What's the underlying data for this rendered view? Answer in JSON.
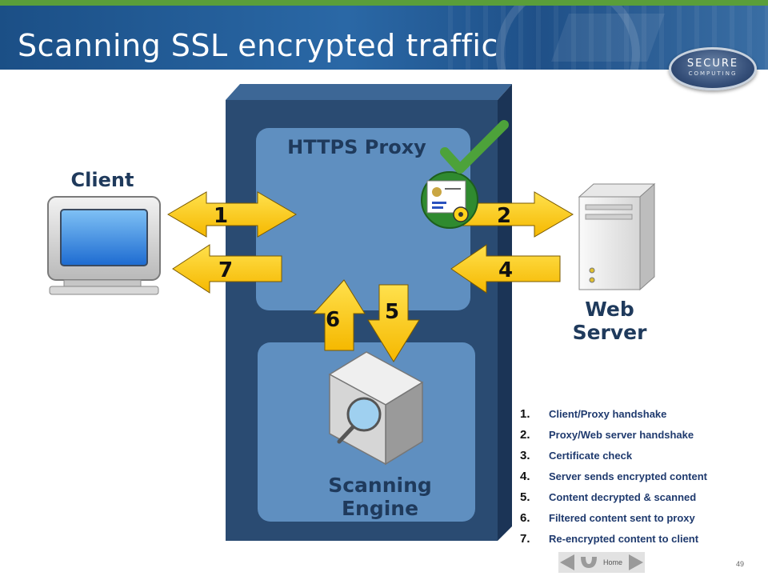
{
  "slide": {
    "title": "Scanning SSL encrypted traffic",
    "page_number": "49",
    "logo_line1": "SECURE",
    "logo_line2": "COMPUTING"
  },
  "diagram": {
    "proxy_label": "HTTPS Proxy",
    "client_label": "Client",
    "server_label": [
      "Web",
      "Server"
    ],
    "engine_label": [
      "Scanning",
      "Engine"
    ],
    "arrow_numbers": [
      "1",
      "2",
      "4",
      "5",
      "6",
      "7"
    ]
  },
  "legend": [
    {
      "n": "1.",
      "text": "Client/Proxy handshake"
    },
    {
      "n": "2.",
      "text": "Proxy/Web server handshake"
    },
    {
      "n": "3.",
      "text": "Certificate check"
    },
    {
      "n": "4.",
      "text": "Server sends encrypted content"
    },
    {
      "n": "5.",
      "text": "Content decrypted & scanned"
    },
    {
      "n": "6.",
      "text": "Filtered content sent to proxy"
    },
    {
      "n": "7.",
      "text": "Re-encrypted content to client"
    }
  ],
  "nav": {
    "home_label": "Home"
  },
  "colors": {
    "arrow": "#ffcc00",
    "box_dark": "#2a4b72",
    "box_light": "#5f8fc0",
    "header": "#1b4f86",
    "accent_green": "#5a9e3a"
  }
}
